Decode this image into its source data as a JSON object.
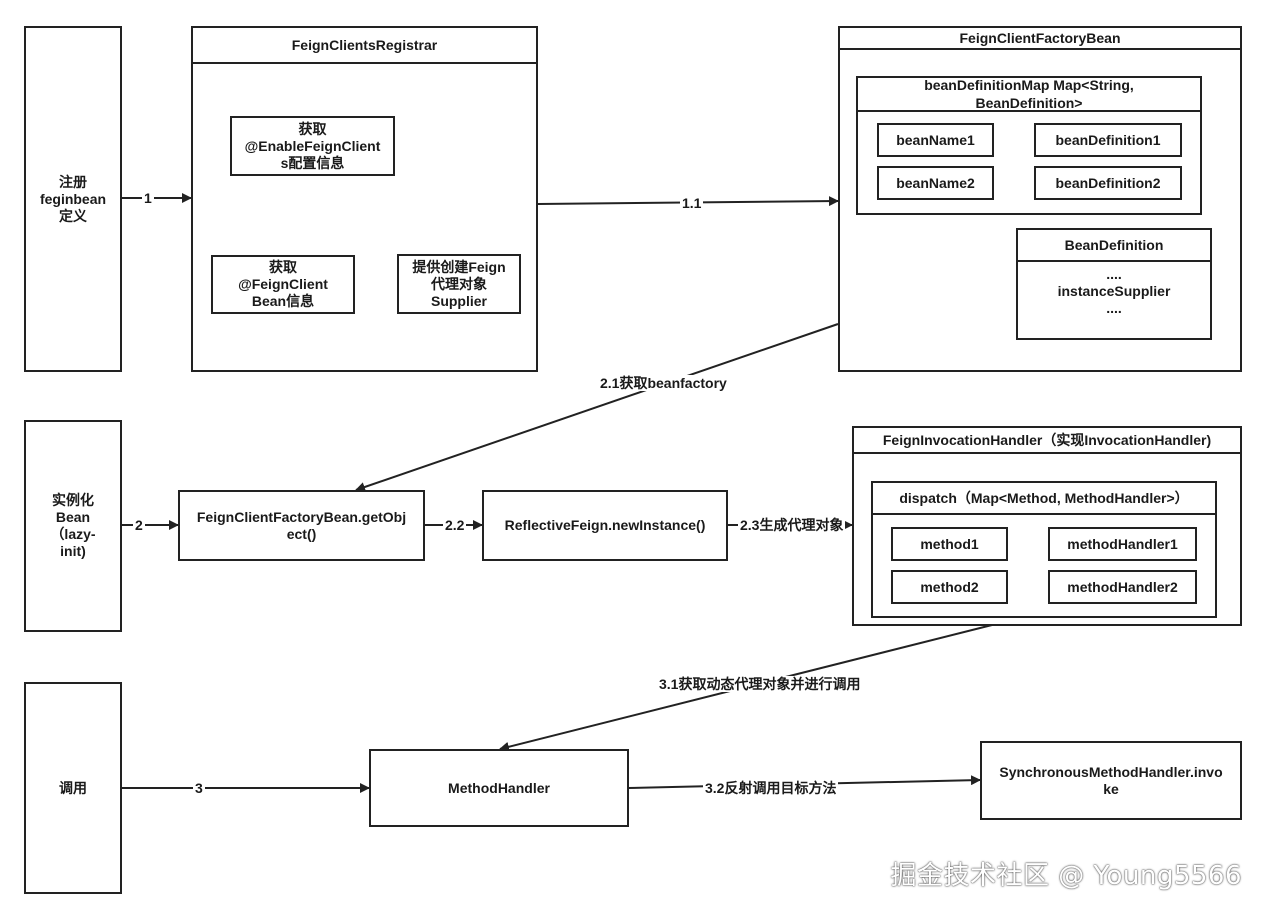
{
  "lanes": {
    "register": "注册\nfeginbean\n定义",
    "instantiate": "实例化\nBean\n（lazy-\ninit)",
    "invoke": "调用"
  },
  "registrar": {
    "title": "FeignClientsRegistrar",
    "get_enable": "获取\n@EnableFeignClient\ns配置信息",
    "get_client": "获取\n@FeignClient\nBean信息",
    "supplier": "提供创建Feign\n代理对象\nSupplier"
  },
  "factory_bean": {
    "title": "FeignClientFactoryBean",
    "map_title": "beanDefinitionMap Map<String,\nBeanDefinition>",
    "name1": "beanName1",
    "name2": "beanName2",
    "def1": "beanDefinition1",
    "def2": "beanDefinition2",
    "bean_def_title": "BeanDefinition",
    "bean_def_body": "....\ninstanceSupplier\n...."
  },
  "get_object": "FeignClientFactoryBean.getObj\nect()",
  "new_instance": "ReflectiveFeign.newInstance()",
  "invocation_handler": {
    "title": "FeignInvocationHandler（实现InvocationHandler)",
    "dispatch_title": "dispatch（Map<Method, MethodHandler>）",
    "method1": "method1",
    "method2": "method2",
    "handler1": "methodHandler1",
    "handler2": "methodHandler2"
  },
  "method_handler": "MethodHandler",
  "sync_handler": "SynchronousMethodHandler.invo\nke",
  "edge_labels": {
    "e1": "1",
    "e1_1": "1.1",
    "e2": "2",
    "e2_1": "2.1获取beanfactory",
    "e2_2": "2.2",
    "e2_3": "2.3生成代理对象",
    "e3": "3",
    "e3_1": "3.1获取动态代理对象并进行调用",
    "e3_2": "3.2反射调用目标方法"
  },
  "watermark": "掘金技术社区 @ Young5566"
}
